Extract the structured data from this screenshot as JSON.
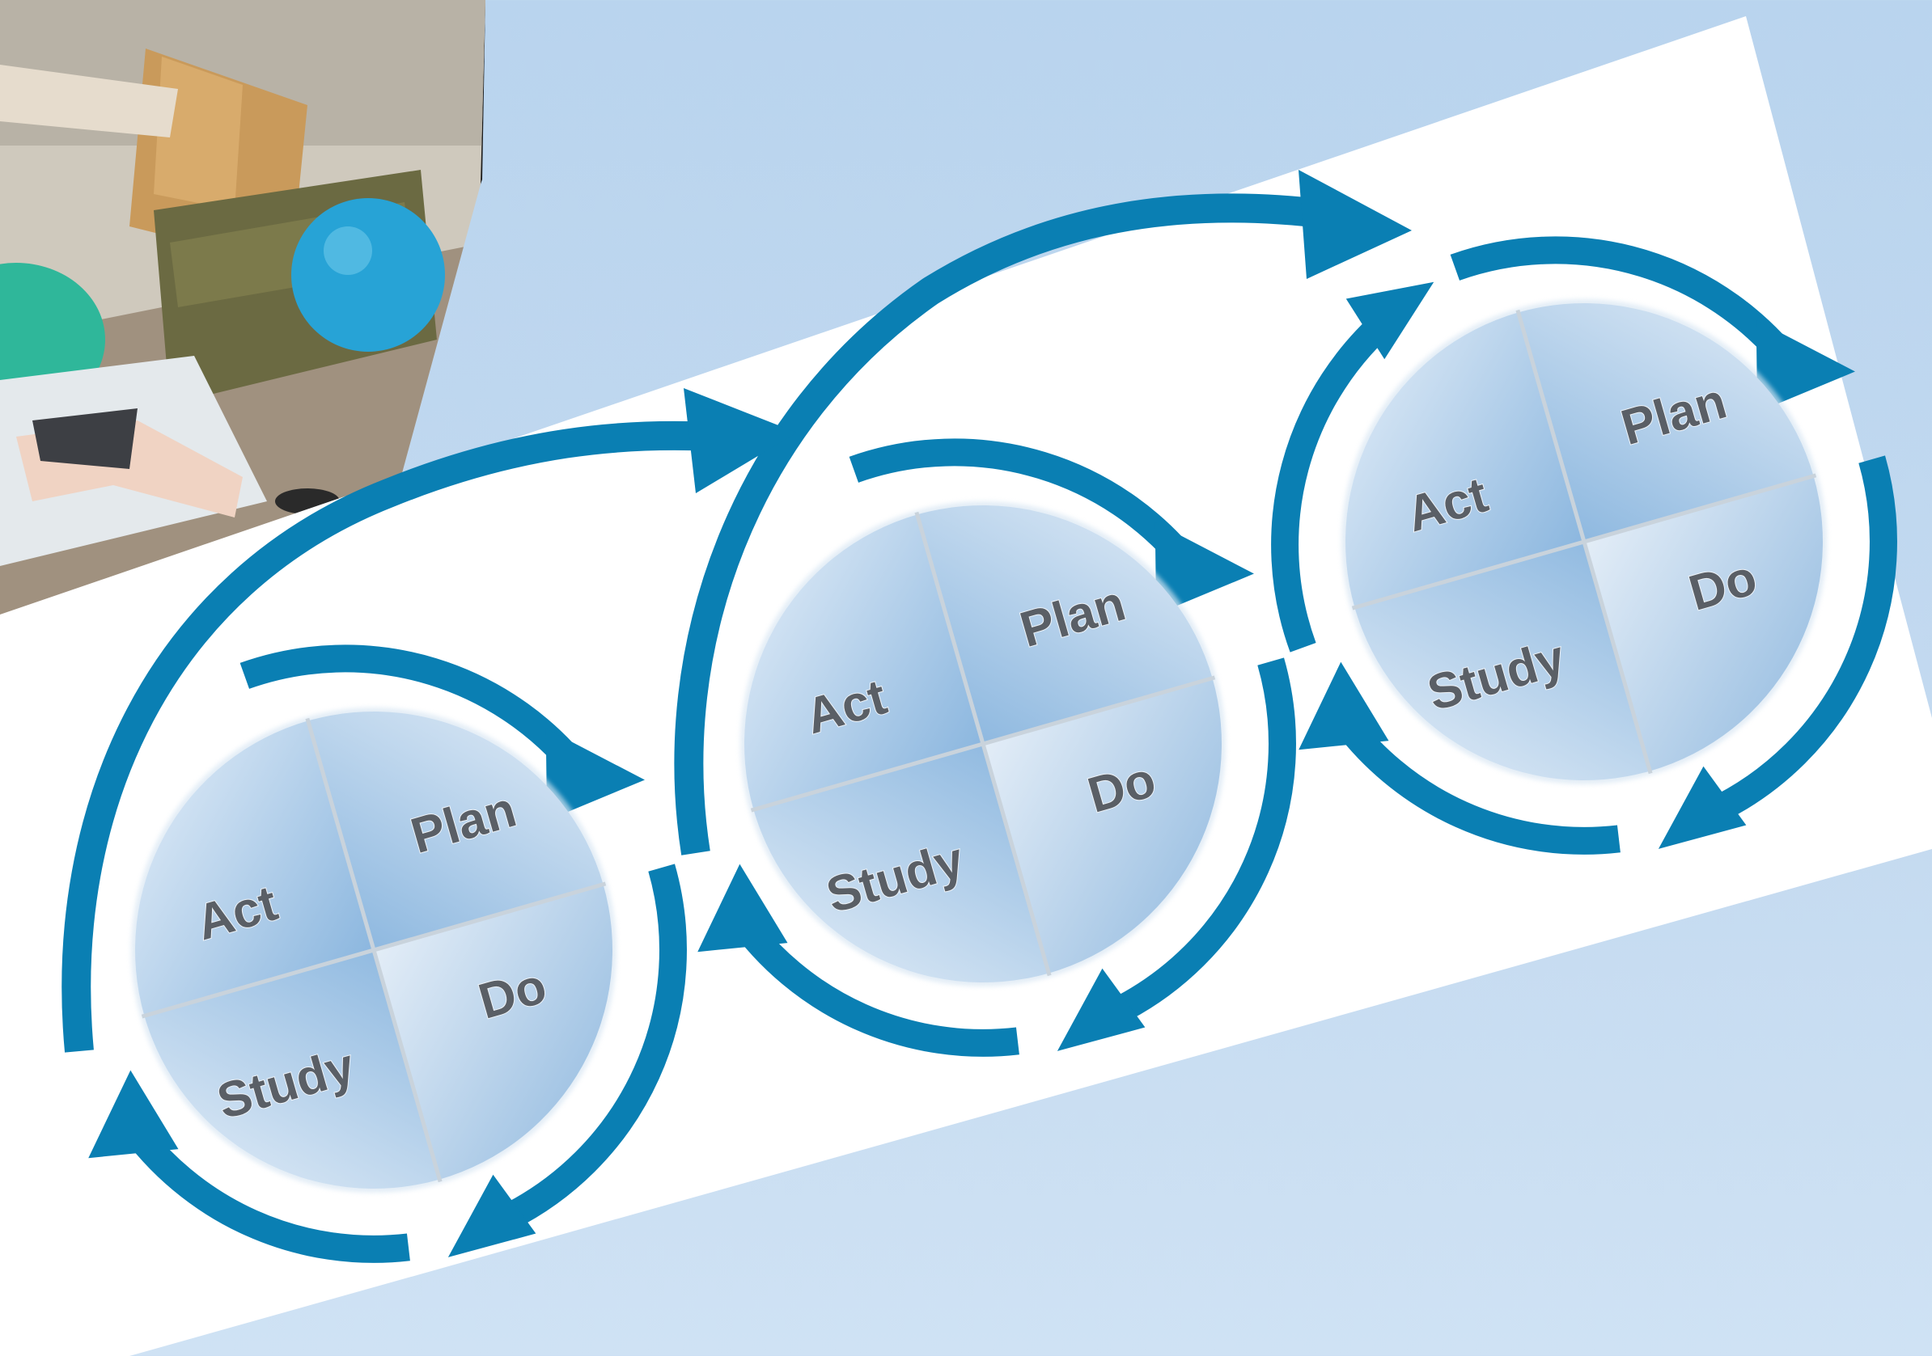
{
  "diagram": {
    "cycles": [
      {
        "quadrants": {
          "act": "Act",
          "plan": "Plan",
          "do": "Do",
          "study": "Study"
        }
      },
      {
        "quadrants": {
          "act": "Act",
          "plan": "Plan",
          "do": "Do",
          "study": "Study"
        }
      },
      {
        "quadrants": {
          "act": "Act",
          "plan": "Plan",
          "do": "Do",
          "study": "Study"
        }
      }
    ]
  },
  "colors": {
    "background": "#bcd6ef",
    "panel": "#ffffff",
    "arrow": "#0a7fb3",
    "quadrant_light": "#e9f1f9",
    "quadrant_dark": "#8fb9e0",
    "label": "#5a5f66"
  },
  "photo": {
    "description_icon": "hospital-room-photo-icon"
  }
}
